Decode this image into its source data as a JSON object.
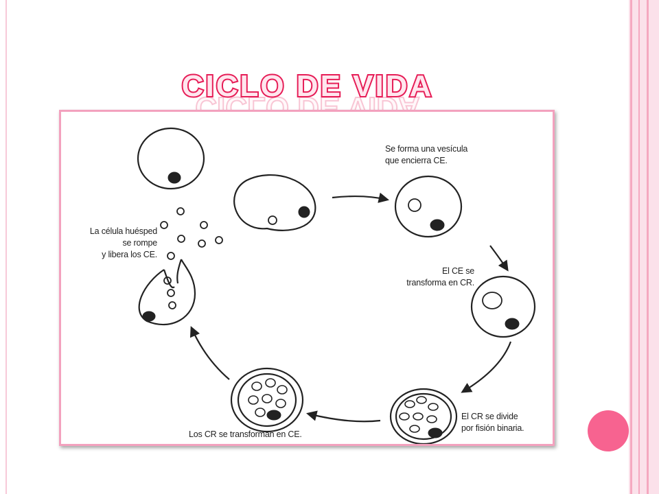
{
  "slide": {
    "title": "CICLO DE VIDA",
    "colors": {
      "title_fill": "#ffe6ee",
      "title_stroke": "#e61c56",
      "frame_border": "#f3a1be",
      "accent_dot": "#f76390",
      "side_band": "#fbe1ea"
    }
  },
  "diagram": {
    "captions": {
      "vesicle": "Se forma una vesícula\nque encierra CE.",
      "ce_to_cr": "El CE se\ntransforma en CR.",
      "binary_fission": "El CR se divide\npor fisión binaria.",
      "cr_to_ce": "Los CR se transforman en CE.",
      "host_ruptures": "La célula huésped\nse rompe\ny libera los CE."
    }
  }
}
